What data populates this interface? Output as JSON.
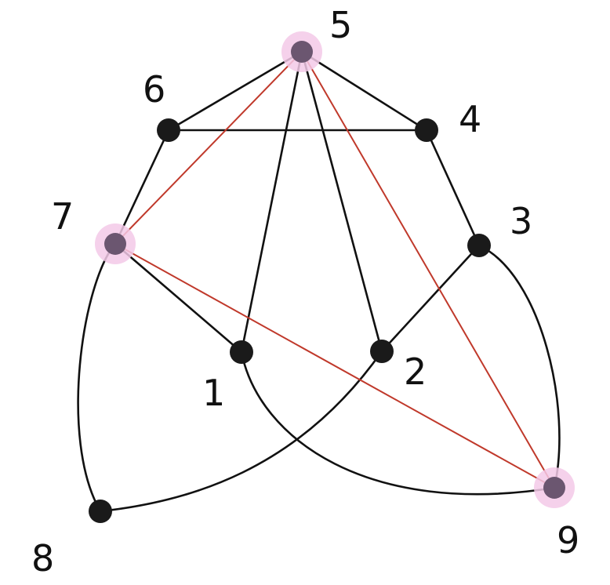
{
  "colors": {
    "edge": "#111111",
    "highlight_edge": "#c0392b",
    "node": "#1a1a1a",
    "highlight_node": "#6b5670",
    "halo": "#f3c9e8"
  },
  "nodes": [
    {
      "id": "1",
      "label": "1",
      "highlighted": false
    },
    {
      "id": "2",
      "label": "2",
      "highlighted": false
    },
    {
      "id": "3",
      "label": "3",
      "highlighted": false
    },
    {
      "id": "4",
      "label": "4",
      "highlighted": false
    },
    {
      "id": "5",
      "label": "5",
      "highlighted": true
    },
    {
      "id": "6",
      "label": "6",
      "highlighted": false
    },
    {
      "id": "7",
      "label": "7",
      "highlighted": true
    },
    {
      "id": "8",
      "label": "8",
      "highlighted": false
    },
    {
      "id": "9",
      "label": "9",
      "highlighted": true
    }
  ],
  "edges": [
    {
      "from": "5",
      "to": "6",
      "highlighted": false
    },
    {
      "from": "5",
      "to": "4",
      "highlighted": false
    },
    {
      "from": "6",
      "to": "4",
      "highlighted": false
    },
    {
      "from": "6",
      "to": "7",
      "highlighted": false
    },
    {
      "from": "4",
      "to": "3",
      "highlighted": false
    },
    {
      "from": "5",
      "to": "1",
      "highlighted": false
    },
    {
      "from": "5",
      "to": "2",
      "highlighted": false
    },
    {
      "from": "7",
      "to": "1",
      "highlighted": false
    },
    {
      "from": "3",
      "to": "2",
      "highlighted": false
    },
    {
      "from": "7",
      "to": "8",
      "highlighted": false
    },
    {
      "from": "3",
      "to": "9",
      "highlighted": false
    },
    {
      "from": "2",
      "to": "8",
      "highlighted": false
    },
    {
      "from": "1",
      "to": "9",
      "highlighted": false
    },
    {
      "from": "5",
      "to": "7",
      "highlighted": true
    },
    {
      "from": "5",
      "to": "9",
      "highlighted": true
    },
    {
      "from": "7",
      "to": "9",
      "highlighted": true
    }
  ]
}
